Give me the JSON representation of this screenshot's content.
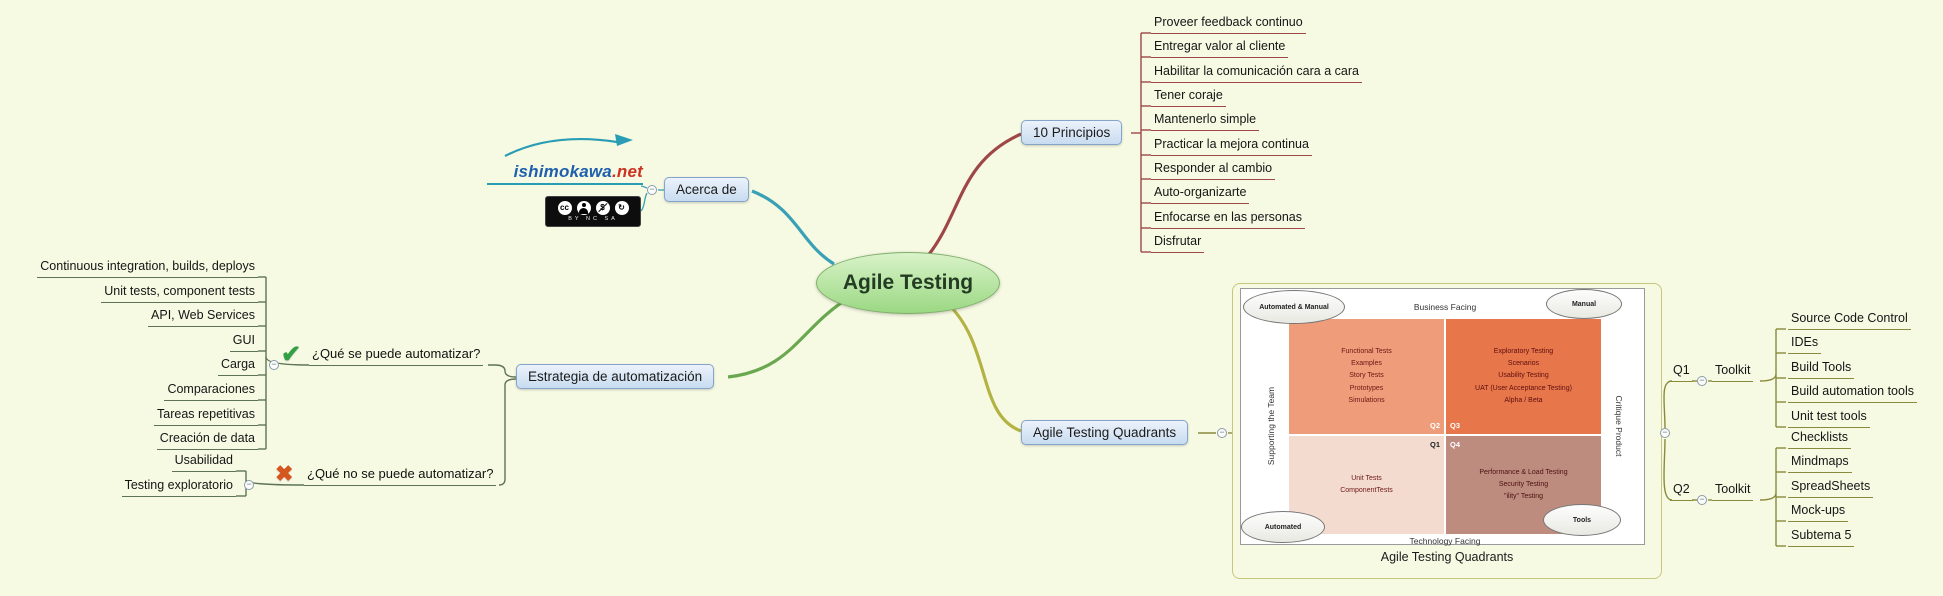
{
  "icons": {
    "collapse": "−",
    "check": "✔",
    "cross": "✖",
    "cc": "cc",
    "share": "↻",
    "dollar": "$"
  },
  "colors": {
    "background": "#f7fae3",
    "branch_acerca": "#39a0b5",
    "branch_principios": "#9e4747",
    "branch_estrategia": "#69a84f",
    "branch_quadrants": "#b3b344"
  },
  "central": {
    "title": "Agile Testing"
  },
  "acerca": {
    "label": "Acerca de",
    "logo": {
      "name": "ishimokawa",
      "tld": ".net"
    },
    "cc_badge": {
      "caption": "BY NC SA"
    }
  },
  "principios": {
    "label": "10 Principios",
    "items": [
      "Proveer feedback continuo",
      "Entregar valor al cliente",
      "Habilitar la comunicación cara a cara",
      "Tener coraje",
      "Mantenerlo simple",
      "Practicar la mejora continua",
      "Responder al cambio",
      "Auto-organizarte",
      "Enfocarse en las personas",
      "Disfrutar"
    ]
  },
  "estrategia": {
    "label": "Estrategia de automatización",
    "automatable": {
      "label": "¿Qué se puede automatizar?",
      "items": [
        "Continuous integration, builds, deploys",
        "Unit tests, component tests",
        "API, Web Services",
        "GUI",
        "Carga",
        "Comparaciones",
        "Tareas repetitivas",
        "Creación de data"
      ]
    },
    "not_automatable": {
      "label": "¿Qué no se puede automatizar?",
      "items": [
        "Usabilidad",
        "Testing exploratorio"
      ]
    }
  },
  "quadrants": {
    "label": "Agile Testing Quadrants",
    "caption": "Agile Testing Quadrants",
    "diagram": {
      "top": "Business Facing",
      "bottom": "Technology Facing",
      "left": "Supporting the Team",
      "right": "Critique Product",
      "cloud_tl": "Automated & Manual",
      "cloud_tr": "Manual",
      "cloud_bl": "Automated",
      "cloud_br": "Tools",
      "q2_tag": "Q2",
      "q3_tag": "Q3",
      "q1_tag": "Q1",
      "q4_tag": "Q4",
      "q2_lines": [
        "Functional Tests",
        "Examples",
        "Story Tests",
        "Prototypes",
        "Simulations"
      ],
      "q3_lines": [
        "Exploratory Testing",
        "Scenarios",
        "Usability Testing",
        "UAT (User Acceptance Testing)",
        "Alpha / Beta"
      ],
      "q1_lines": [
        "Unit Tests",
        "ComponentTests"
      ],
      "q4_lines": [
        "Performance & Load Testing",
        "Security Testing",
        "\"ility\" Testing"
      ]
    },
    "q1_branch": {
      "label": "Q1",
      "toolkit": "Toolkit",
      "items": [
        "Source Code Control",
        "IDEs",
        "Build Tools",
        "Build automation tools",
        "Unit test tools"
      ]
    },
    "q2_branch": {
      "label": "Q2",
      "toolkit": "Toolkit",
      "items": [
        "Checklists",
        "Mindmaps",
        "SpreadSheets",
        "Mock-ups",
        "Subtema 5"
      ]
    }
  }
}
